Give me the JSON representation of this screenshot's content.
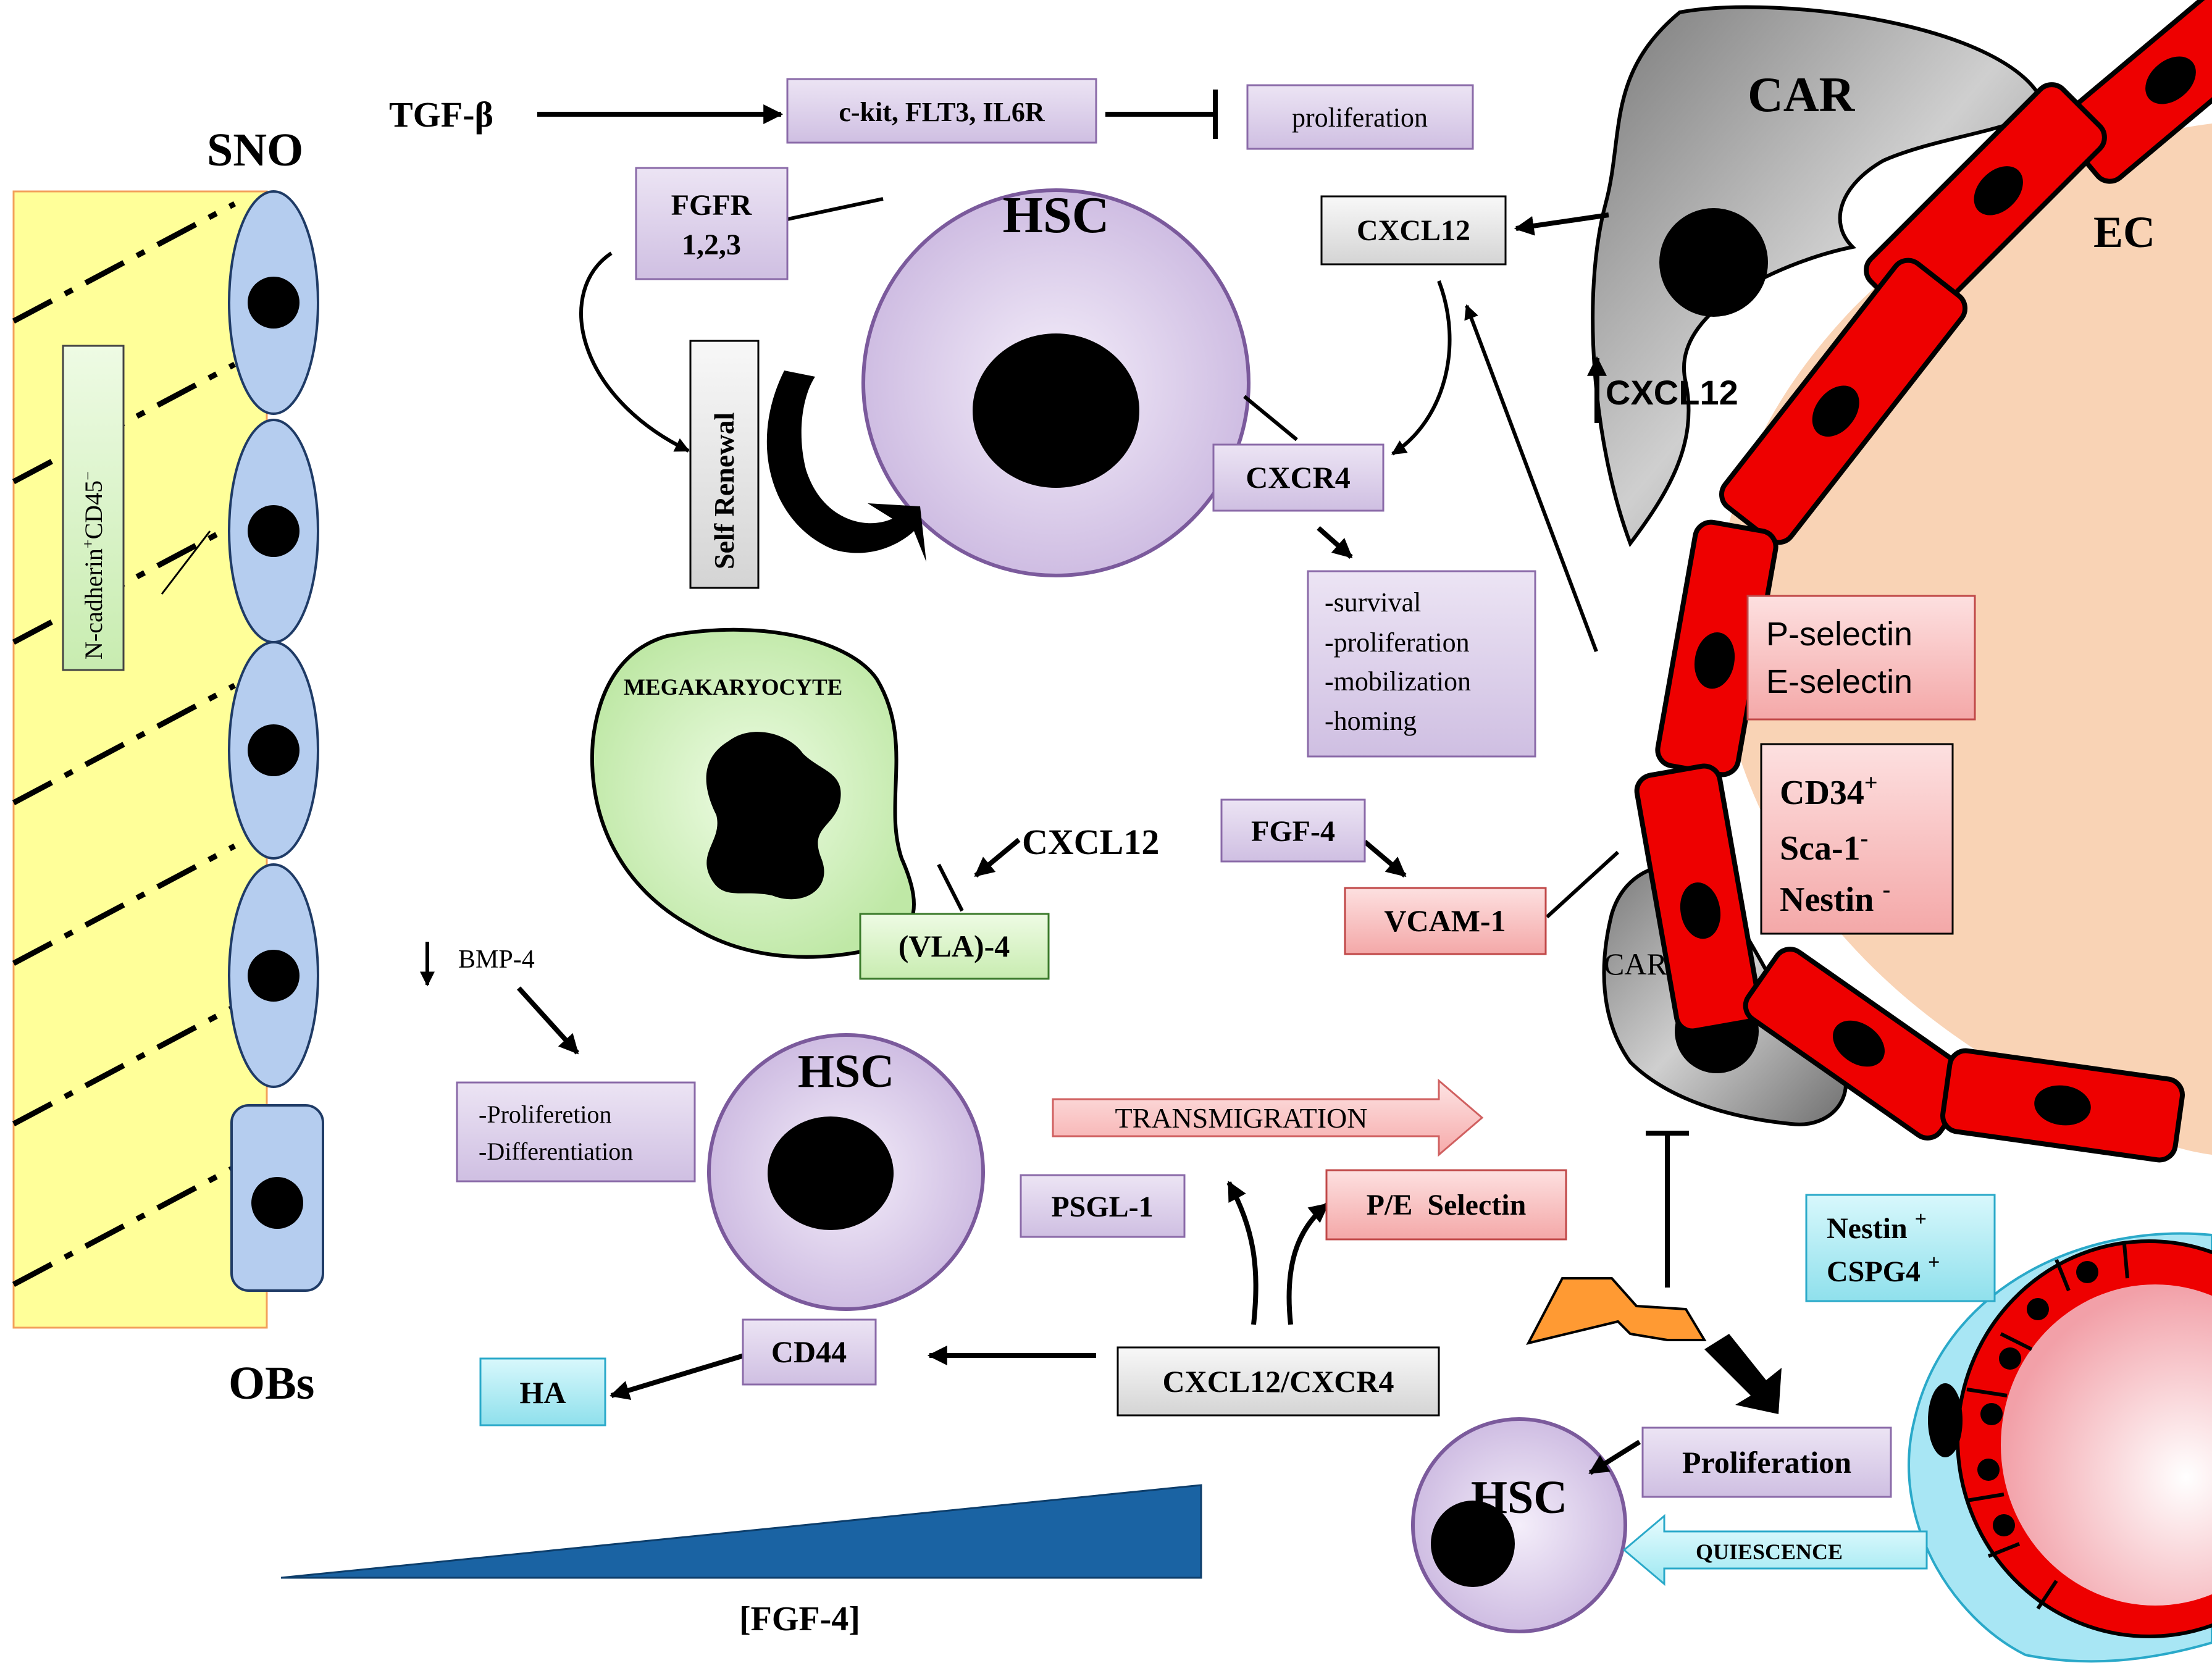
{
  "labels": {
    "sno": "SNO",
    "obs": "OBs",
    "car_top": "CAR",
    "car_bottom": "CAR",
    "ec": "EC",
    "cxcl12_car": "CXCL12",
    "tgf_beta": "TGF-β",
    "hsc_main": "HSC",
    "hsc_middle": "HSC",
    "hsc_bottom": "HSC",
    "megakaryocyte": "MEGAKARYOCYTE",
    "cxcl12_mk": "CXCL12",
    "bmp4": "BMP-4",
    "fgf4_gradient": "[FGF-4]",
    "transmigration": "TRANSMIGRATION",
    "quiescence": "QUIESCENCE"
  },
  "ncadherin": {
    "base": "N-cadherin",
    "sup1": "+",
    "mid": "CD45",
    "sup2": "−"
  },
  "boxes": {
    "ckit": "c-kit, FLT3, IL6R",
    "proliferation_top": "proliferation",
    "fgfr_line1": "FGFR",
    "fgfr_line2": "1,2,3",
    "self_renewal": "Self Renewal",
    "cxcl12_top": "CXCL12",
    "cxcr4": "CXCR4",
    "effects": [
      "-survival",
      "-proliferation",
      "-mobilization",
      "-homing"
    ],
    "selectins": [
      "P-selectin",
      "E-selectin"
    ],
    "markers": [
      {
        "base": "CD34",
        "sup": "+"
      },
      {
        "base": "Sca-1",
        "sup": "-"
      },
      {
        "base": "Nestin ",
        "sup": "-"
      }
    ],
    "fgf4": "FGF-4",
    "vcam1": "VCAM-1",
    "vla4": "(VLA)-4",
    "prolif_diff": [
      "-Proliferetion",
      "-Differentiation"
    ],
    "psgl1": "PSGL-1",
    "pe_selectin": "P/E  Selectin",
    "nestin_cspg4": [
      {
        "base": "Nestin ",
        "sup": "+"
      },
      {
        "base": "CSPG4 ",
        "sup": "+"
      }
    ],
    "cd44": "CD44",
    "ha": "HA",
    "cxcl12_cxcr4": "CXCL12/CXCR4",
    "proliferation_bottom": "Proliferation"
  },
  "colors": {
    "purple_fill": "#dcd0ea",
    "purple_border": "#8a6aa8",
    "grey_fill": "#e8e8e8",
    "pink_fill": "#f8b8b8",
    "pink_border": "#c04848",
    "green_fill": "#d8f2c8",
    "cyan_fill": "#a8eaf2",
    "endothelial_red": "#ee0000",
    "vessel_lumen": "#f9d3b5",
    "niche_yellow": "#ffff99",
    "osteoblast_blue": "#b5cdef",
    "gradient_blue": "#1a63a3",
    "lightning_orange": "#ff9a33"
  }
}
